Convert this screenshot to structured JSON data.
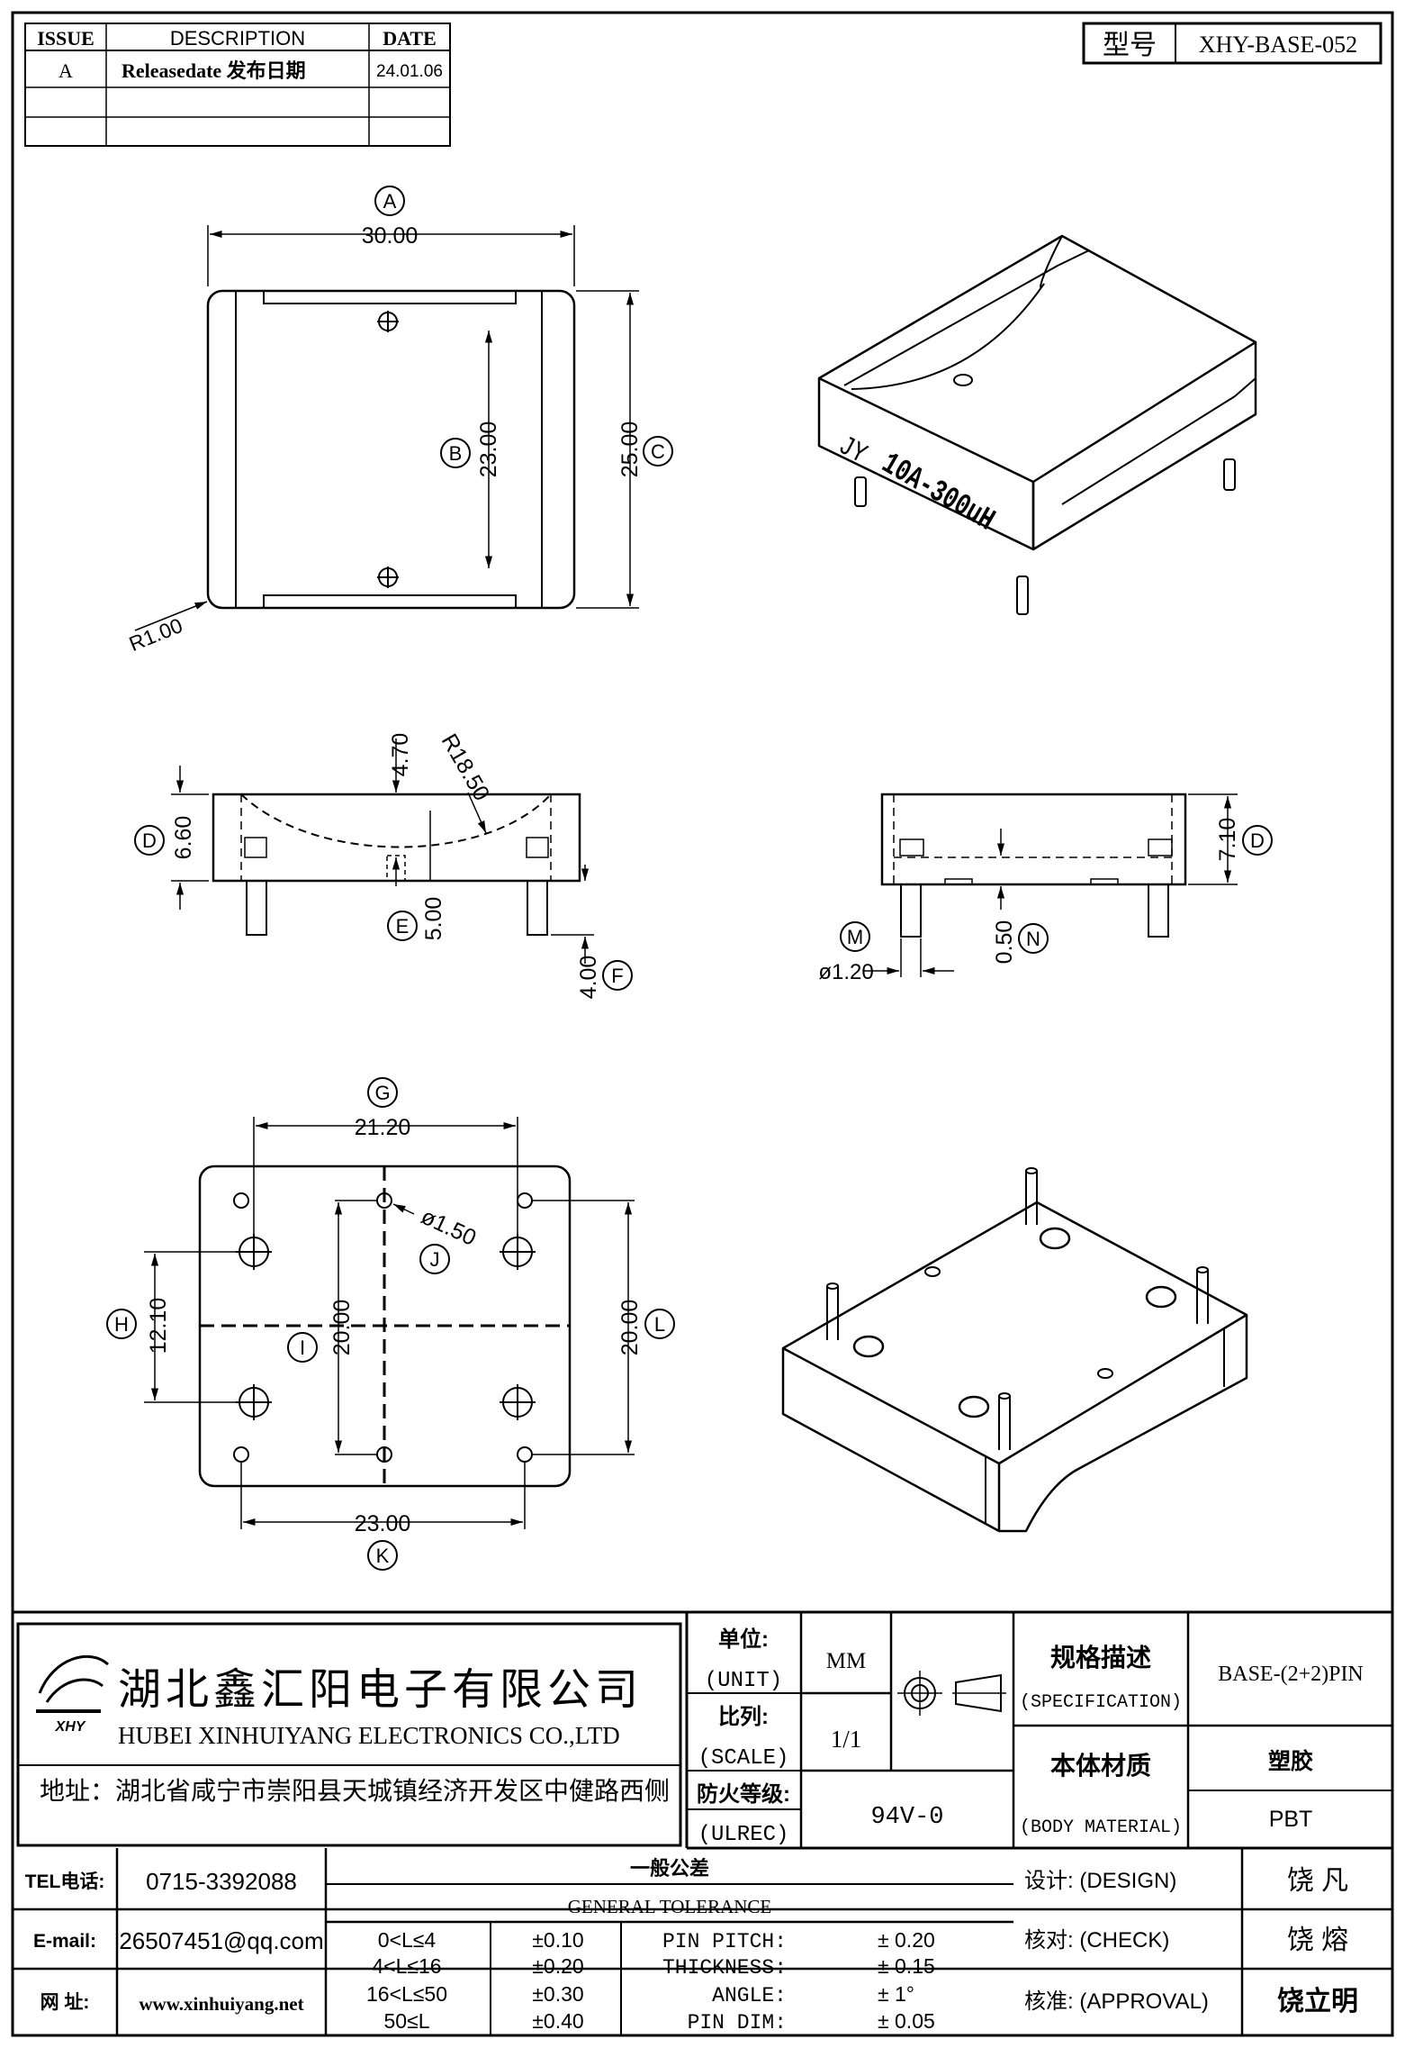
{
  "part_number": {
    "label": "型号",
    "value": "XHY-BASE-052"
  },
  "revision_table": {
    "headers": [
      "ISSUE",
      "DESCRIPTION",
      "DATE"
    ],
    "rows": [
      [
        "A",
        "Releasedate 发布日期",
        "24.01.06"
      ],
      [
        "",
        "",
        ""
      ],
      [
        "",
        "",
        ""
      ]
    ]
  },
  "top_view": {
    "dimensions": {
      "A": "30.00",
      "B": "23.00",
      "C": "25.00",
      "R": "R1.00"
    }
  },
  "iso_marking": {
    "line1": "JY",
    "line2": "10A-300uH"
  },
  "front_view": {
    "dimensions": {
      "D": "6.60",
      "depth": "4.70",
      "radius": "R18.50",
      "E": "5.00",
      "F": "4.00"
    }
  },
  "side_view": {
    "dimensions": {
      "D": "7.10",
      "M": "ø1.20",
      "N": "0.50"
    }
  },
  "bottom_view": {
    "dimensions": {
      "G": "21.20",
      "J": "ø1.50",
      "H": "12.10",
      "I": "20.00",
      "L": "20.00",
      "K": "23.00"
    }
  },
  "labels": [
    "A",
    "B",
    "C",
    "D",
    "E",
    "F",
    "M",
    "N",
    "G",
    "H",
    "I",
    "J",
    "K",
    "L"
  ],
  "company": {
    "name_cn": "湖北鑫汇阳电子有限公司",
    "name_en": "HUBEI XINHUIYANG ELECTRONICS CO.,LTD",
    "address": "地址：湖北省咸宁市崇阳县天城镇经济开发区中健路西侧",
    "logo_text": "XHY"
  },
  "specs": {
    "unit_cn": "单位:",
    "unit_en": "(UNIT)",
    "unit_value": "MM",
    "scale_cn": "比列:",
    "scale_en": "(SCALE)",
    "scale_value": "1/1",
    "ulrec_cn": "防火等级:",
    "ulrec_en": "(ULREC)",
    "ulrec_value": "94V-0",
    "spec_cn": "规格描述",
    "spec_en": "(SPECIFICATION)",
    "spec_value": "BASE-(2+2)PIN",
    "material_cn": "本体材质",
    "material_en": "(BODY MATERIAL)",
    "material_value_cn": "塑胶",
    "material_value": "PBT"
  },
  "contact": {
    "tel_label": "TEL电话:",
    "tel": "0715-3392088",
    "email_label": "E-mail:",
    "email": "26507451@qq.com",
    "web_label": "网  址:",
    "web": "www.xinhuiyang.net"
  },
  "tolerance": {
    "title_cn": "一般公差",
    "title_en": "GENERAL TOLERANCE",
    "ranges": [
      [
        "0<L≤4",
        "±0.10"
      ],
      [
        "4<L≤16",
        "±0.20"
      ],
      [
        "16<L≤50",
        "±0.30"
      ],
      [
        "50≤L",
        "±0.40"
      ]
    ],
    "items": [
      [
        "PIN PITCH:",
        "±  0.20"
      ],
      [
        "THICKNESS:",
        "±  0.15"
      ],
      [
        "ANGLE:",
        "±  1°"
      ],
      [
        "PIN DIM:",
        "±  0.05"
      ]
    ]
  },
  "signoff": {
    "design_label": "设计: (DESIGN)",
    "design_name": "饶  凡",
    "check_label": "核对: (CHECK)",
    "check_name": "饶  熔",
    "approval_label": "核准: (APPROVAL)",
    "approval_name": "饶立明"
  }
}
